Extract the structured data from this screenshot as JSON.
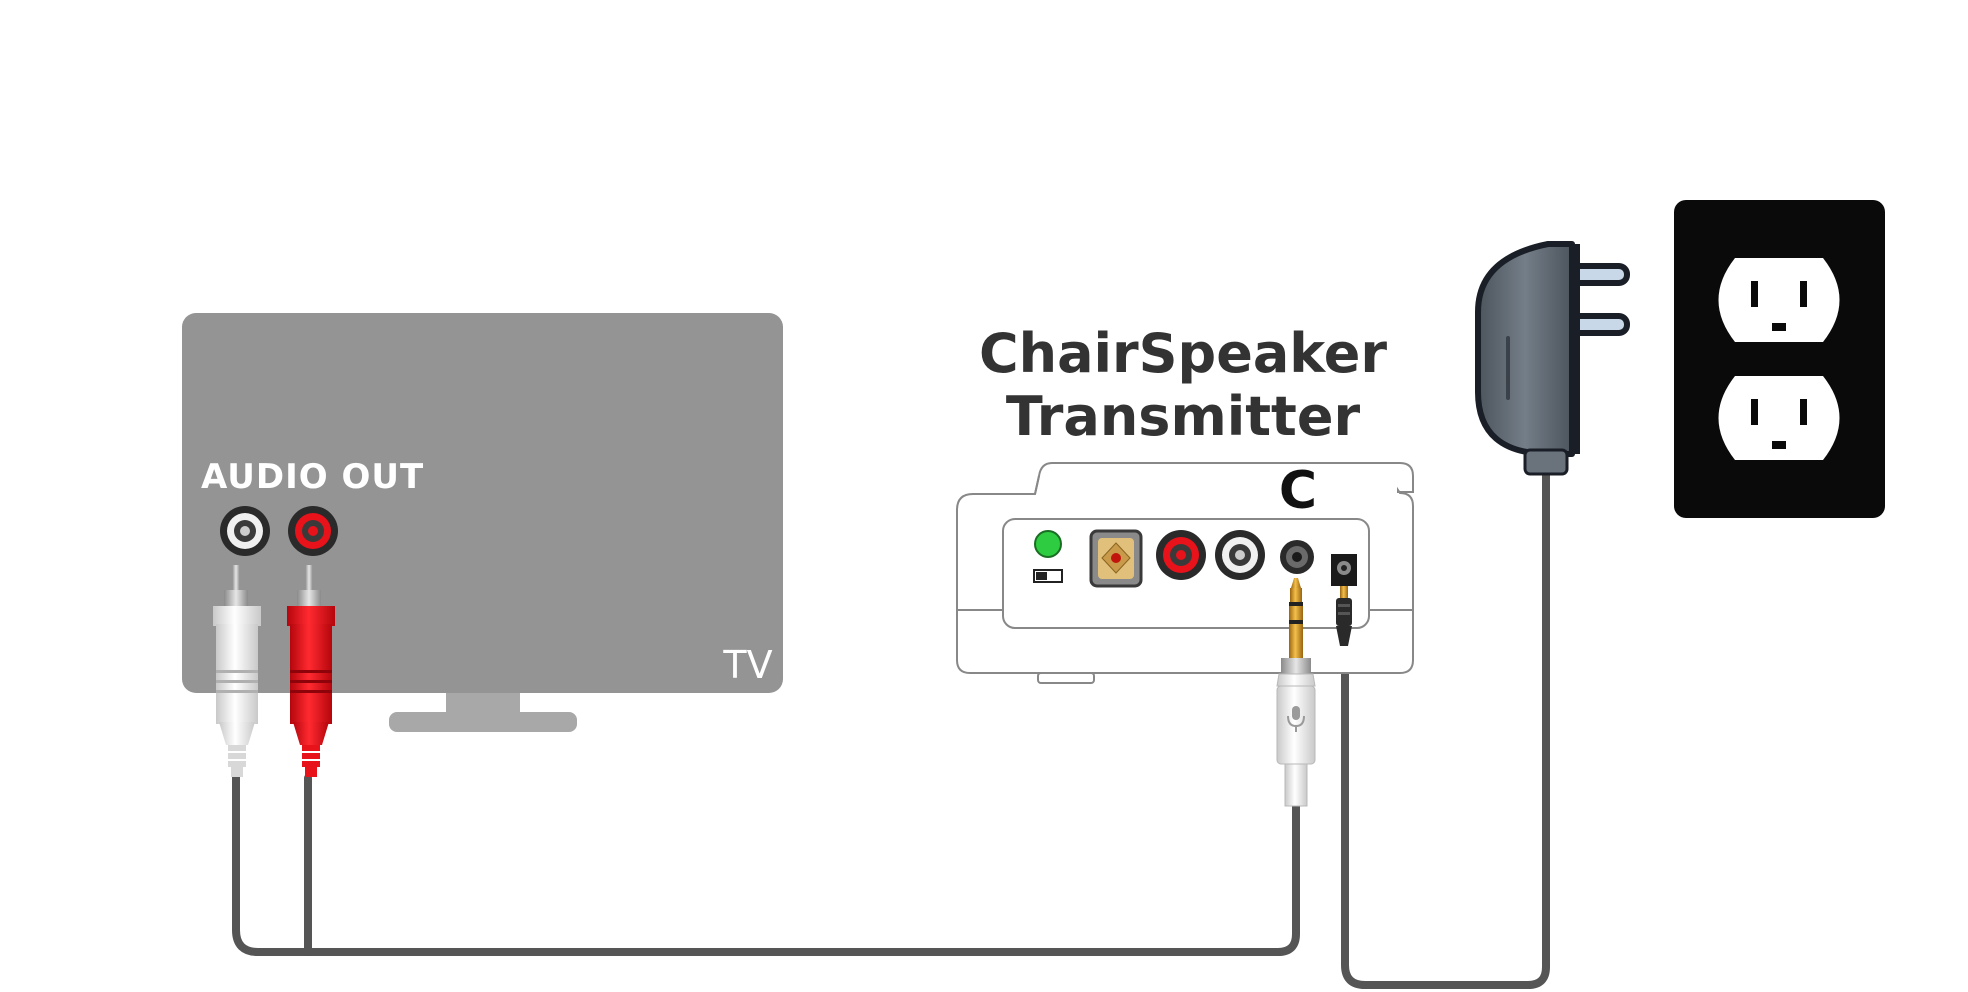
{
  "tv": {
    "label": "TV",
    "port_label": "AUDIO OUT"
  },
  "transmitter": {
    "title_line1": "ChairSpeaker",
    "title_line2": "Transmitter",
    "port_marker": "C"
  },
  "colors": {
    "background": "#ffffff",
    "tv_body": "#949494",
    "cable": "#555555",
    "rca_red": "#e8121b",
    "rca_white": "#f2f2f2",
    "led_green": "#2ecc40",
    "outlet_plate": "#0a0a0a",
    "adapter_body": "#6a737c",
    "jack_gold": "#d79a2a"
  }
}
